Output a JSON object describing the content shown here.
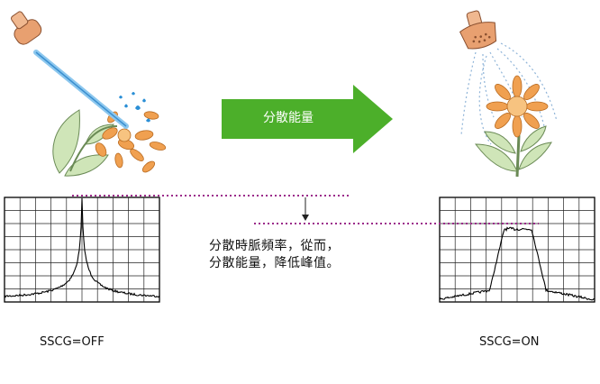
{
  "arrow": {
    "label": "分散能量"
  },
  "note": {
    "line1": "分散時脈頻率，從而，",
    "line2": "分散能量，降低峰值。"
  },
  "panels": {
    "left": {
      "label": "SSCG=OFF"
    },
    "right": {
      "label": "SSCG=ON"
    }
  },
  "colors": {
    "arrow": "#4caf2a",
    "guide": "#9b2a8a",
    "petal": "#f0a050",
    "leaf": "#cfe5b8",
    "nozzle": "#e8a070"
  },
  "icons": {
    "left_illustration": "watering-jet-on-flower-icon",
    "right_illustration": "shower-spray-on-flower-icon"
  }
}
